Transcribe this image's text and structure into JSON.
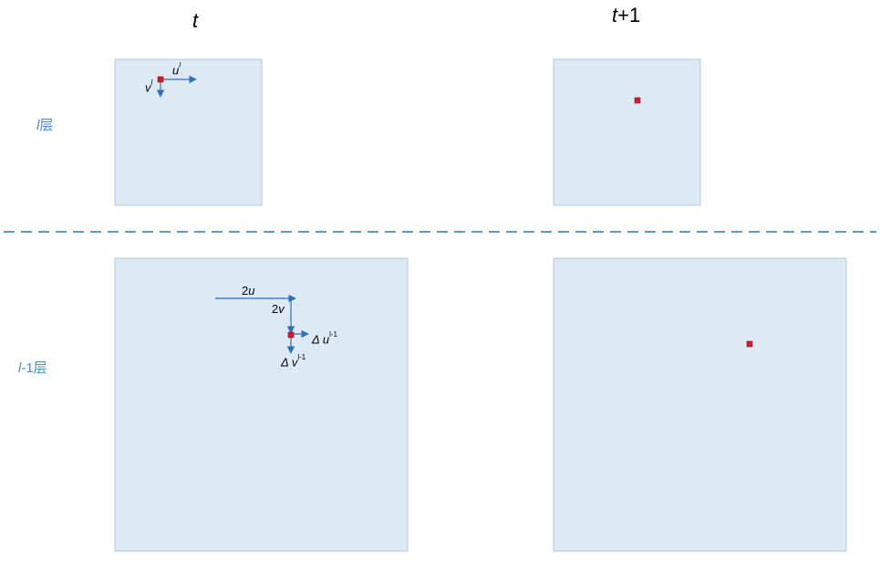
{
  "columns": {
    "t": {
      "var": "t",
      "suffix": ""
    },
    "t1": {
      "var": "t",
      "suffix": "+1"
    }
  },
  "layers": {
    "l": {
      "var": "l",
      "suffix": "层"
    },
    "lm1": {
      "var": "l",
      "suffix": "-1层"
    }
  },
  "labels": {
    "u_l": {
      "base": "u",
      "sup": "l"
    },
    "v_l": {
      "base": "v",
      "sup": "l"
    },
    "two_u": {
      "coef": "2",
      "var": "u"
    },
    "two_v": {
      "coef": "2",
      "var": "v"
    },
    "delta_u": {
      "base": "Δ u",
      "sup": "l-1"
    },
    "delta_v": {
      "base": "Δ v",
      "sup": "l-1"
    }
  },
  "colors": {
    "frame_fill": "#dde9f5",
    "frame_stroke": "#b4c8dc",
    "arrow": "#2e6fb5",
    "pixel_marker": "#d4192f",
    "divider": "#5b9bd5"
  }
}
